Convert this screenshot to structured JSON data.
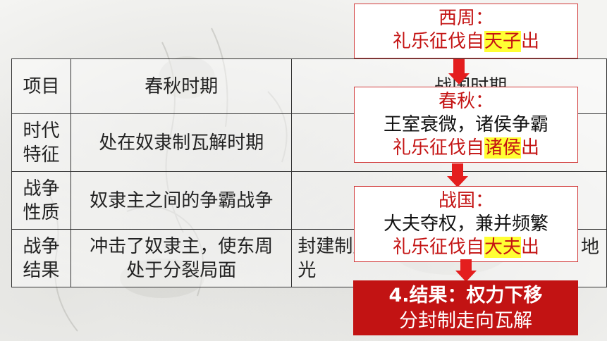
{
  "table": {
    "headers": [
      "项目",
      "春秋时期",
      "战国时期"
    ],
    "rows": [
      {
        "label": [
          "时代",
          "特征"
        ],
        "spring_autumn": "处在奴隶制瓦解时期"
      },
      {
        "label": [
          "战争",
          "性质"
        ],
        "spring_autumn": "奴隶主之间的争霸战争"
      },
      {
        "label": [
          "战争",
          "结果"
        ],
        "spring_autumn": [
          "冲击了奴隶主，使东周",
          "处于分裂局面"
        ],
        "warring_states_partial": [
          "封建制度逐",
          "光"
        ],
        "warring_states_right_fragment": "地"
      }
    ]
  },
  "boxes": {
    "west_zhou": {
      "title": "西周：",
      "line_prefix": "礼乐征伐自",
      "highlight": "天子",
      "line_suffix": "出"
    },
    "spring_autumn": {
      "title": "春秋：",
      "desc": "王室衰微，诸侯争霸",
      "line_prefix": "礼乐征伐自",
      "highlight": "诸侯",
      "line_suffix": "出"
    },
    "warring_states": {
      "title": "战国：",
      "desc": "大夫夺权，兼并频繁",
      "line_prefix": "礼乐征伐自",
      "highlight": "大夫",
      "line_suffix": "出"
    }
  },
  "result": {
    "line1": "4.结果：权力下移",
    "line2": "分封制走向瓦解"
  },
  "colors": {
    "accent_red": "#c41414",
    "highlight_yellow": "#ffff33",
    "result_bg": "#c21313",
    "arrow": "#e41e1e"
  }
}
